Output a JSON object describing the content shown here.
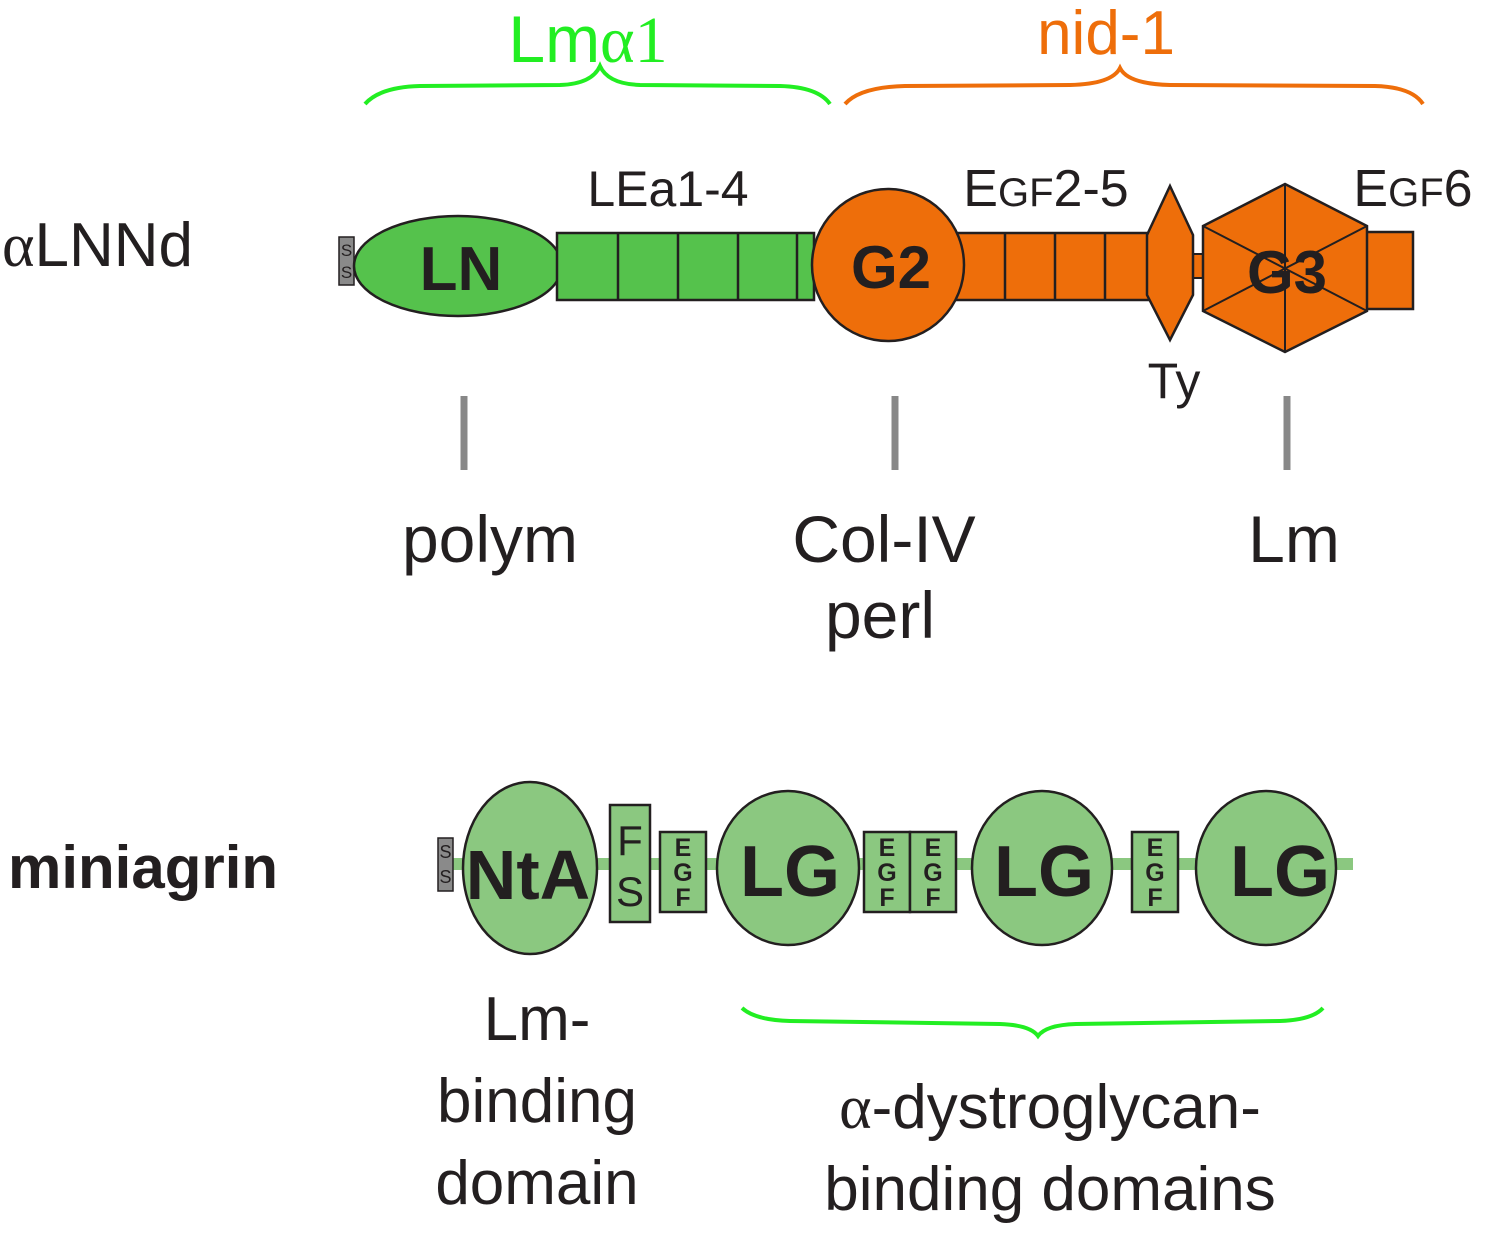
{
  "colors": {
    "green_dark": "#55c24c",
    "green_light": "#8bc880",
    "green_bracket": "#22ee22",
    "orange": "#ee6e0a",
    "orange_text": "#ee6e0a",
    "gray_ss": "#8a8a8a",
    "gray_tick": "#888888",
    "stroke": "#231f20",
    "text": "#231f20"
  },
  "top": {
    "bracket_left": {
      "greek": "α",
      "prefix": "Lm",
      "suffix": "1"
    },
    "bracket_right": "nid-1",
    "construct_greek": "α",
    "construct_rest": "LNNd",
    "ss_top": "S",
    "ss_bottom": "S",
    "domain_ln": "LN",
    "label_lea": "LEa1-4",
    "domain_g2": "G2",
    "label_egf25": {
      "big": "E",
      "small": "GF",
      "num": "2-5"
    },
    "domain_g3": "G3",
    "label_egf6": {
      "big": "E",
      "small": "GF",
      "num": "6"
    },
    "label_ty": "Ty",
    "binding_polym": "polym",
    "binding_col_line1": "Col-IV",
    "binding_col_line2": "perl",
    "binding_lm": "Lm"
  },
  "bottom": {
    "construct": "miniagrin",
    "ss_top": "S",
    "ss_bottom": "S",
    "domain_nta": "NtA",
    "fs_top": "F",
    "fs_bottom": "S",
    "egf_letters": [
      "E",
      "G",
      "F"
    ],
    "domain_lg": "LG",
    "lm_binding": [
      "Lm-",
      "binding",
      "domain"
    ],
    "dg_greek": "α",
    "dg_line1_rest": "-dystroglycan-",
    "dg_line2": "binding domains"
  }
}
